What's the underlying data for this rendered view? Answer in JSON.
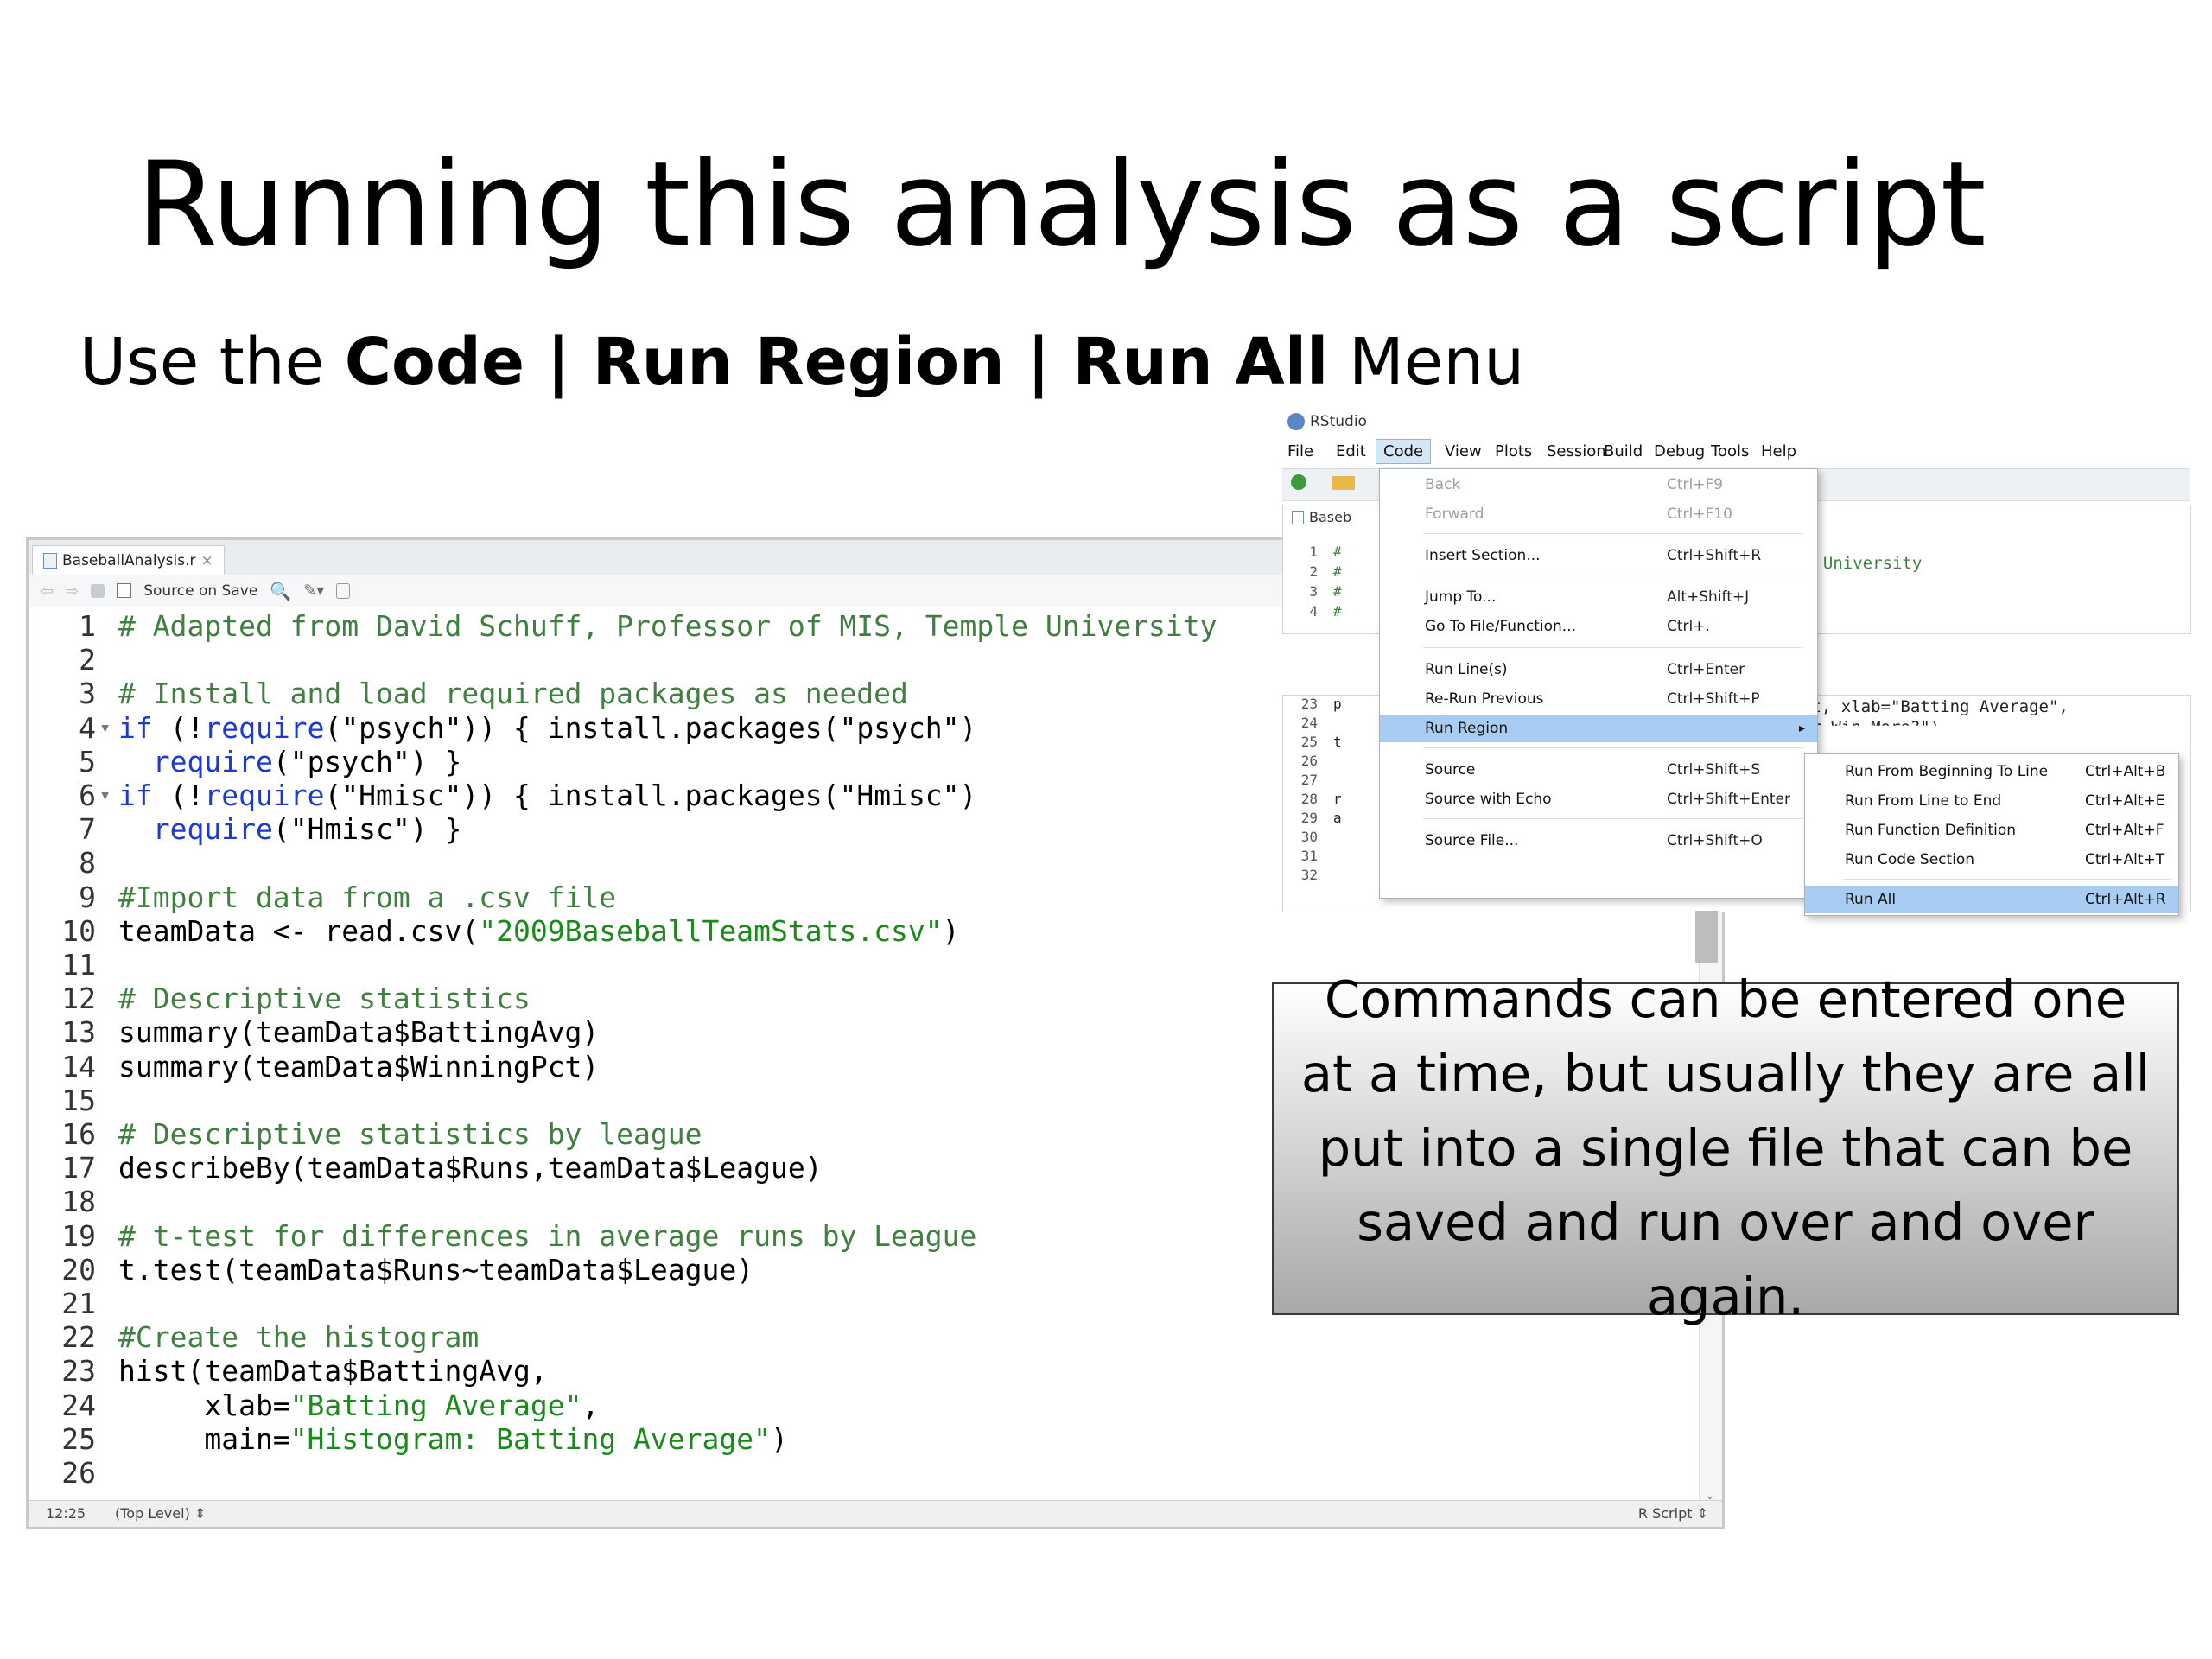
{
  "slide": {
    "title": "Running this analysis as a script",
    "subtitle": {
      "prefix": "Use the ",
      "code": "Code",
      "sep1": " | ",
      "run_region": "Run Region",
      "sep2": " | ",
      "run_all": "Run All",
      "suffix": " Menu"
    }
  },
  "editor": {
    "tab_name": "BaseballAnalysis.r",
    "tab_close": "×",
    "source_on_save": "Source on Save",
    "lines": [
      {
        "n": "1",
        "fold": "",
        "parts": [
          {
            "t": "# Adapted from David Schuff, Professor of MIS, Temple University",
            "c": "com"
          }
        ]
      },
      {
        "n": "2",
        "fold": "",
        "parts": []
      },
      {
        "n": "3",
        "fold": "",
        "parts": [
          {
            "t": "# Install and load required packages as needed",
            "c": "com"
          }
        ]
      },
      {
        "n": "4",
        "fold": "▾",
        "parts": [
          {
            "t": "if",
            "c": "kw"
          },
          {
            "t": " (!",
            "c": "txt"
          },
          {
            "t": "require",
            "c": "kw"
          },
          {
            "t": "(\"psych\")) { install.packages(\"psych\")",
            "c": "txt"
          }
        ]
      },
      {
        "n": "5",
        "fold": "",
        "parts": [
          {
            "t": "  ",
            "c": "txt"
          },
          {
            "t": "require",
            "c": "kw"
          },
          {
            "t": "(\"psych\") }",
            "c": "txt"
          }
        ]
      },
      {
        "n": "6",
        "fold": "▾",
        "parts": [
          {
            "t": "if",
            "c": "kw"
          },
          {
            "t": " (!",
            "c": "txt"
          },
          {
            "t": "require",
            "c": "kw"
          },
          {
            "t": "(\"Hmisc\")) { install.packages(\"Hmisc\")",
            "c": "txt"
          }
        ]
      },
      {
        "n": "7",
        "fold": "",
        "parts": [
          {
            "t": "  ",
            "c": "txt"
          },
          {
            "t": "require",
            "c": "kw"
          },
          {
            "t": "(\"Hmisc\") }",
            "c": "txt"
          }
        ]
      },
      {
        "n": "8",
        "fold": "",
        "parts": []
      },
      {
        "n": "9",
        "fold": "",
        "parts": [
          {
            "t": "#Import data from a .csv file",
            "c": "com"
          }
        ]
      },
      {
        "n": "10",
        "fold": "",
        "parts": [
          {
            "t": "teamData <- read.csv(",
            "c": "txt"
          },
          {
            "t": "\"2009BaseballTeamStats.csv\"",
            "c": "str"
          },
          {
            "t": ")",
            "c": "txt"
          }
        ]
      },
      {
        "n": "11",
        "fold": "",
        "parts": []
      },
      {
        "n": "12",
        "fold": "",
        "parts": [
          {
            "t": "# Descriptive statistics",
            "c": "com"
          }
        ]
      },
      {
        "n": "13",
        "fold": "",
        "parts": [
          {
            "t": "summary(teamData$BattingAvg)",
            "c": "txt"
          }
        ]
      },
      {
        "n": "14",
        "fold": "",
        "parts": [
          {
            "t": "summary(teamData$WinningPct)",
            "c": "txt"
          }
        ]
      },
      {
        "n": "15",
        "fold": "",
        "parts": []
      },
      {
        "n": "16",
        "fold": "",
        "parts": [
          {
            "t": "# Descriptive statistics by league",
            "c": "com"
          }
        ]
      },
      {
        "n": "17",
        "fold": "",
        "parts": [
          {
            "t": "describeBy(teamData$Runs,teamData$League)",
            "c": "txt"
          }
        ]
      },
      {
        "n": "18",
        "fold": "",
        "parts": []
      },
      {
        "n": "19",
        "fold": "",
        "parts": [
          {
            "t": "# t-test for differences in average runs by League",
            "c": "com"
          }
        ]
      },
      {
        "n": "20",
        "fold": "",
        "parts": [
          {
            "t": "t.test(teamData$Runs~teamData$League)",
            "c": "txt"
          }
        ]
      },
      {
        "n": "21",
        "fold": "",
        "parts": []
      },
      {
        "n": "22",
        "fold": "",
        "parts": [
          {
            "t": "#Create the histogram",
            "c": "com"
          }
        ]
      },
      {
        "n": "23",
        "fold": "",
        "parts": [
          {
            "t": "hist(teamData$BattingAvg,",
            "c": "txt"
          }
        ]
      },
      {
        "n": "24",
        "fold": "",
        "parts": [
          {
            "t": "     xlab=",
            "c": "txt"
          },
          {
            "t": "\"Batting Average\"",
            "c": "str"
          },
          {
            "t": ",",
            "c": "txt"
          }
        ]
      },
      {
        "n": "25",
        "fold": "",
        "parts": [
          {
            "t": "     main=",
            "c": "txt"
          },
          {
            "t": "\"Histogram: Batting Average\"",
            "c": "str"
          },
          {
            "t": ")",
            "c": "txt"
          }
        ]
      },
      {
        "n": "26",
        "fold": "",
        "parts": []
      }
    ],
    "status": {
      "position": "12:25",
      "level": "(Top Level) ⇕",
      "file_type": "R Script ⇕"
    }
  },
  "rstudio": {
    "app_title": "RStudio",
    "menus": [
      "File",
      "Edit",
      "Code",
      "View",
      "Plots",
      "Session",
      "Build",
      "Debug",
      "Tools",
      "Help"
    ],
    "tab_stub": "Baseb",
    "panel1_lines": [
      "1",
      "2",
      "3",
      "4"
    ],
    "panel1_fragment": "e University",
    "panel2_lines": [
      "23",
      "24",
      "25",
      "26",
      "27",
      "28",
      "29",
      "30",
      "31",
      "32"
    ],
    "panel2_letters": [
      "p",
      "",
      "t",
      "",
      "",
      "r",
      "a",
      "",
      "",
      ""
    ],
    "panel2_fragment1": "ct, xlab=\"Batting Average\",",
    "panel2_fragment2": "or Win More?\")",
    "code_menu": [
      {
        "label": "Back",
        "shortcut": "Ctrl+F9",
        "disabled": true
      },
      {
        "label": "Forward",
        "shortcut": "Ctrl+F10",
        "disabled": true
      },
      {
        "label": "Insert Section...",
        "shortcut": "Ctrl+Shift+R"
      },
      {
        "label": "Jump To...",
        "shortcut": "Alt+Shift+J"
      },
      {
        "label": "Go To File/Function...",
        "shortcut": "Ctrl+."
      },
      {
        "label": "Run Line(s)",
        "shortcut": "Ctrl+Enter"
      },
      {
        "label": "Re-Run Previous",
        "shortcut": "Ctrl+Shift+P"
      },
      {
        "label": "Run Region",
        "shortcut": "",
        "submenu": true
      },
      {
        "label": "Source",
        "shortcut": "Ctrl+Shift+S"
      },
      {
        "label": "Source with Echo",
        "shortcut": "Ctrl+Shift+Enter"
      },
      {
        "label": "Source File...",
        "shortcut": "Ctrl+Shift+O"
      }
    ],
    "run_region_menu": [
      {
        "label": "Run From Beginning To Line",
        "shortcut": "Ctrl+Alt+B"
      },
      {
        "label": "Run From Line to End",
        "shortcut": "Ctrl+Alt+E"
      },
      {
        "label": "Run Function Definition",
        "shortcut": "Ctrl+Alt+F"
      },
      {
        "label": "Run Code Section",
        "shortcut": "Ctrl+Alt+T"
      },
      {
        "label": "Run All",
        "shortcut": "Ctrl+Alt+R"
      }
    ],
    "submenu_arrow": "▸"
  },
  "callout": {
    "text": "Commands can be entered one at a time, but usually they are all put into a single file that can be saved and run over and over again."
  },
  "colors": {
    "comment": "#3f7f3f",
    "keyword": "#1a3ad1",
    "string": "#1a8a1a",
    "highlight": "#a9cdf2"
  }
}
